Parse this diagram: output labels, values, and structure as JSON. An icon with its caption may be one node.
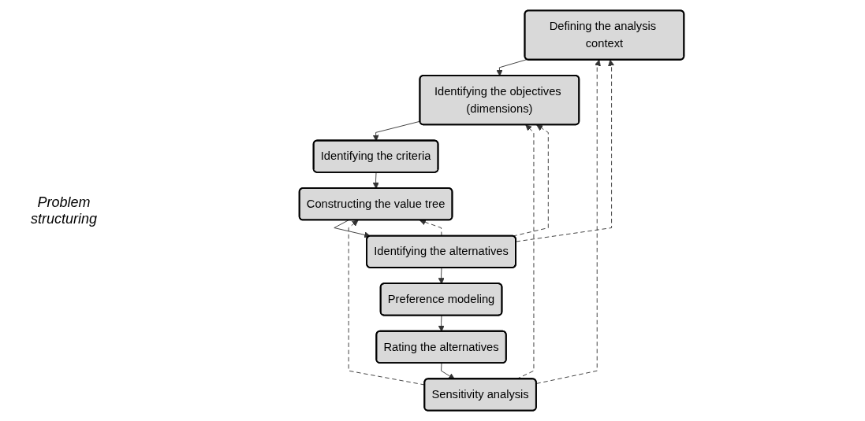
{
  "diagram": {
    "nodes": [
      {
        "text": [
          "Defining the analysis context"
        ]
      },
      {
        "text": [
          "Identifying the objectives (dimensions)"
        ]
      },
      {
        "text": [
          "Identifying the criteria"
        ]
      },
      {
        "text": [
          "Constructing the value tree"
        ]
      },
      {
        "text": [
          "Identifying the alternatives"
        ]
      },
      {
        "text": [
          "Preference modeling"
        ]
      },
      {
        "text": [
          "Rating the alternatives"
        ]
      },
      {
        "text": [
          "Sensitivity analysis"
        ]
      }
    ],
    "edges": [
      {
        "from": 0,
        "to": 1,
        "arrow": "to"
      },
      {
        "from": 1,
        "to": 2,
        "arrow": "to"
      },
      {
        "from": 2,
        "to": 3,
        "arrow": "to"
      },
      {
        "from": 3,
        "to": 4,
        "arrow": "to"
      },
      {
        "from": 4,
        "to": 5,
        "arrow": "to"
      },
      {
        "from": 5,
        "to": 6,
        "arrow": "to"
      },
      {
        "from": 6,
        "to": 7,
        "arrow": "to"
      },
      {
        "from": 4,
        "to": 0,
        "arrow": "to",
        "style": "dashed"
      },
      {
        "from": 4,
        "to": 1,
        "arrow": "to",
        "style": "dashed"
      },
      {
        "from": 4,
        "to": 3,
        "arrow": "to",
        "style": "dashed"
      },
      {
        "from": 7,
        "to": 0,
        "arrow": "to",
        "style": "dashed"
      },
      {
        "from": 7,
        "to": 1,
        "arrow": "to",
        "style": "dashed"
      },
      {
        "from": 7,
        "to": 3,
        "arrow": "to",
        "style": "dashed"
      }
    ],
    "labels": [
      "Problem structuring"
    ]
  }
}
